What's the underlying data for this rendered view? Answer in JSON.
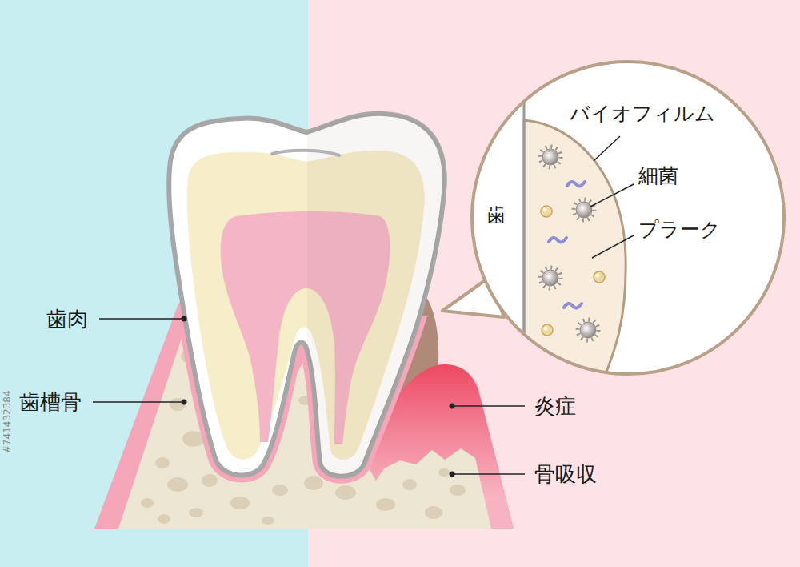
{
  "diagram": {
    "nodes": [
      {
        "text": [
          "歯",
          "バイオフィルム",
          "細菌",
          "プラーク"
        ]
      }
    ],
    "labels": [
      "歯肉",
      "歯槽骨",
      "炎症",
      "骨吸収",
      "#741432384"
    ]
  }
}
